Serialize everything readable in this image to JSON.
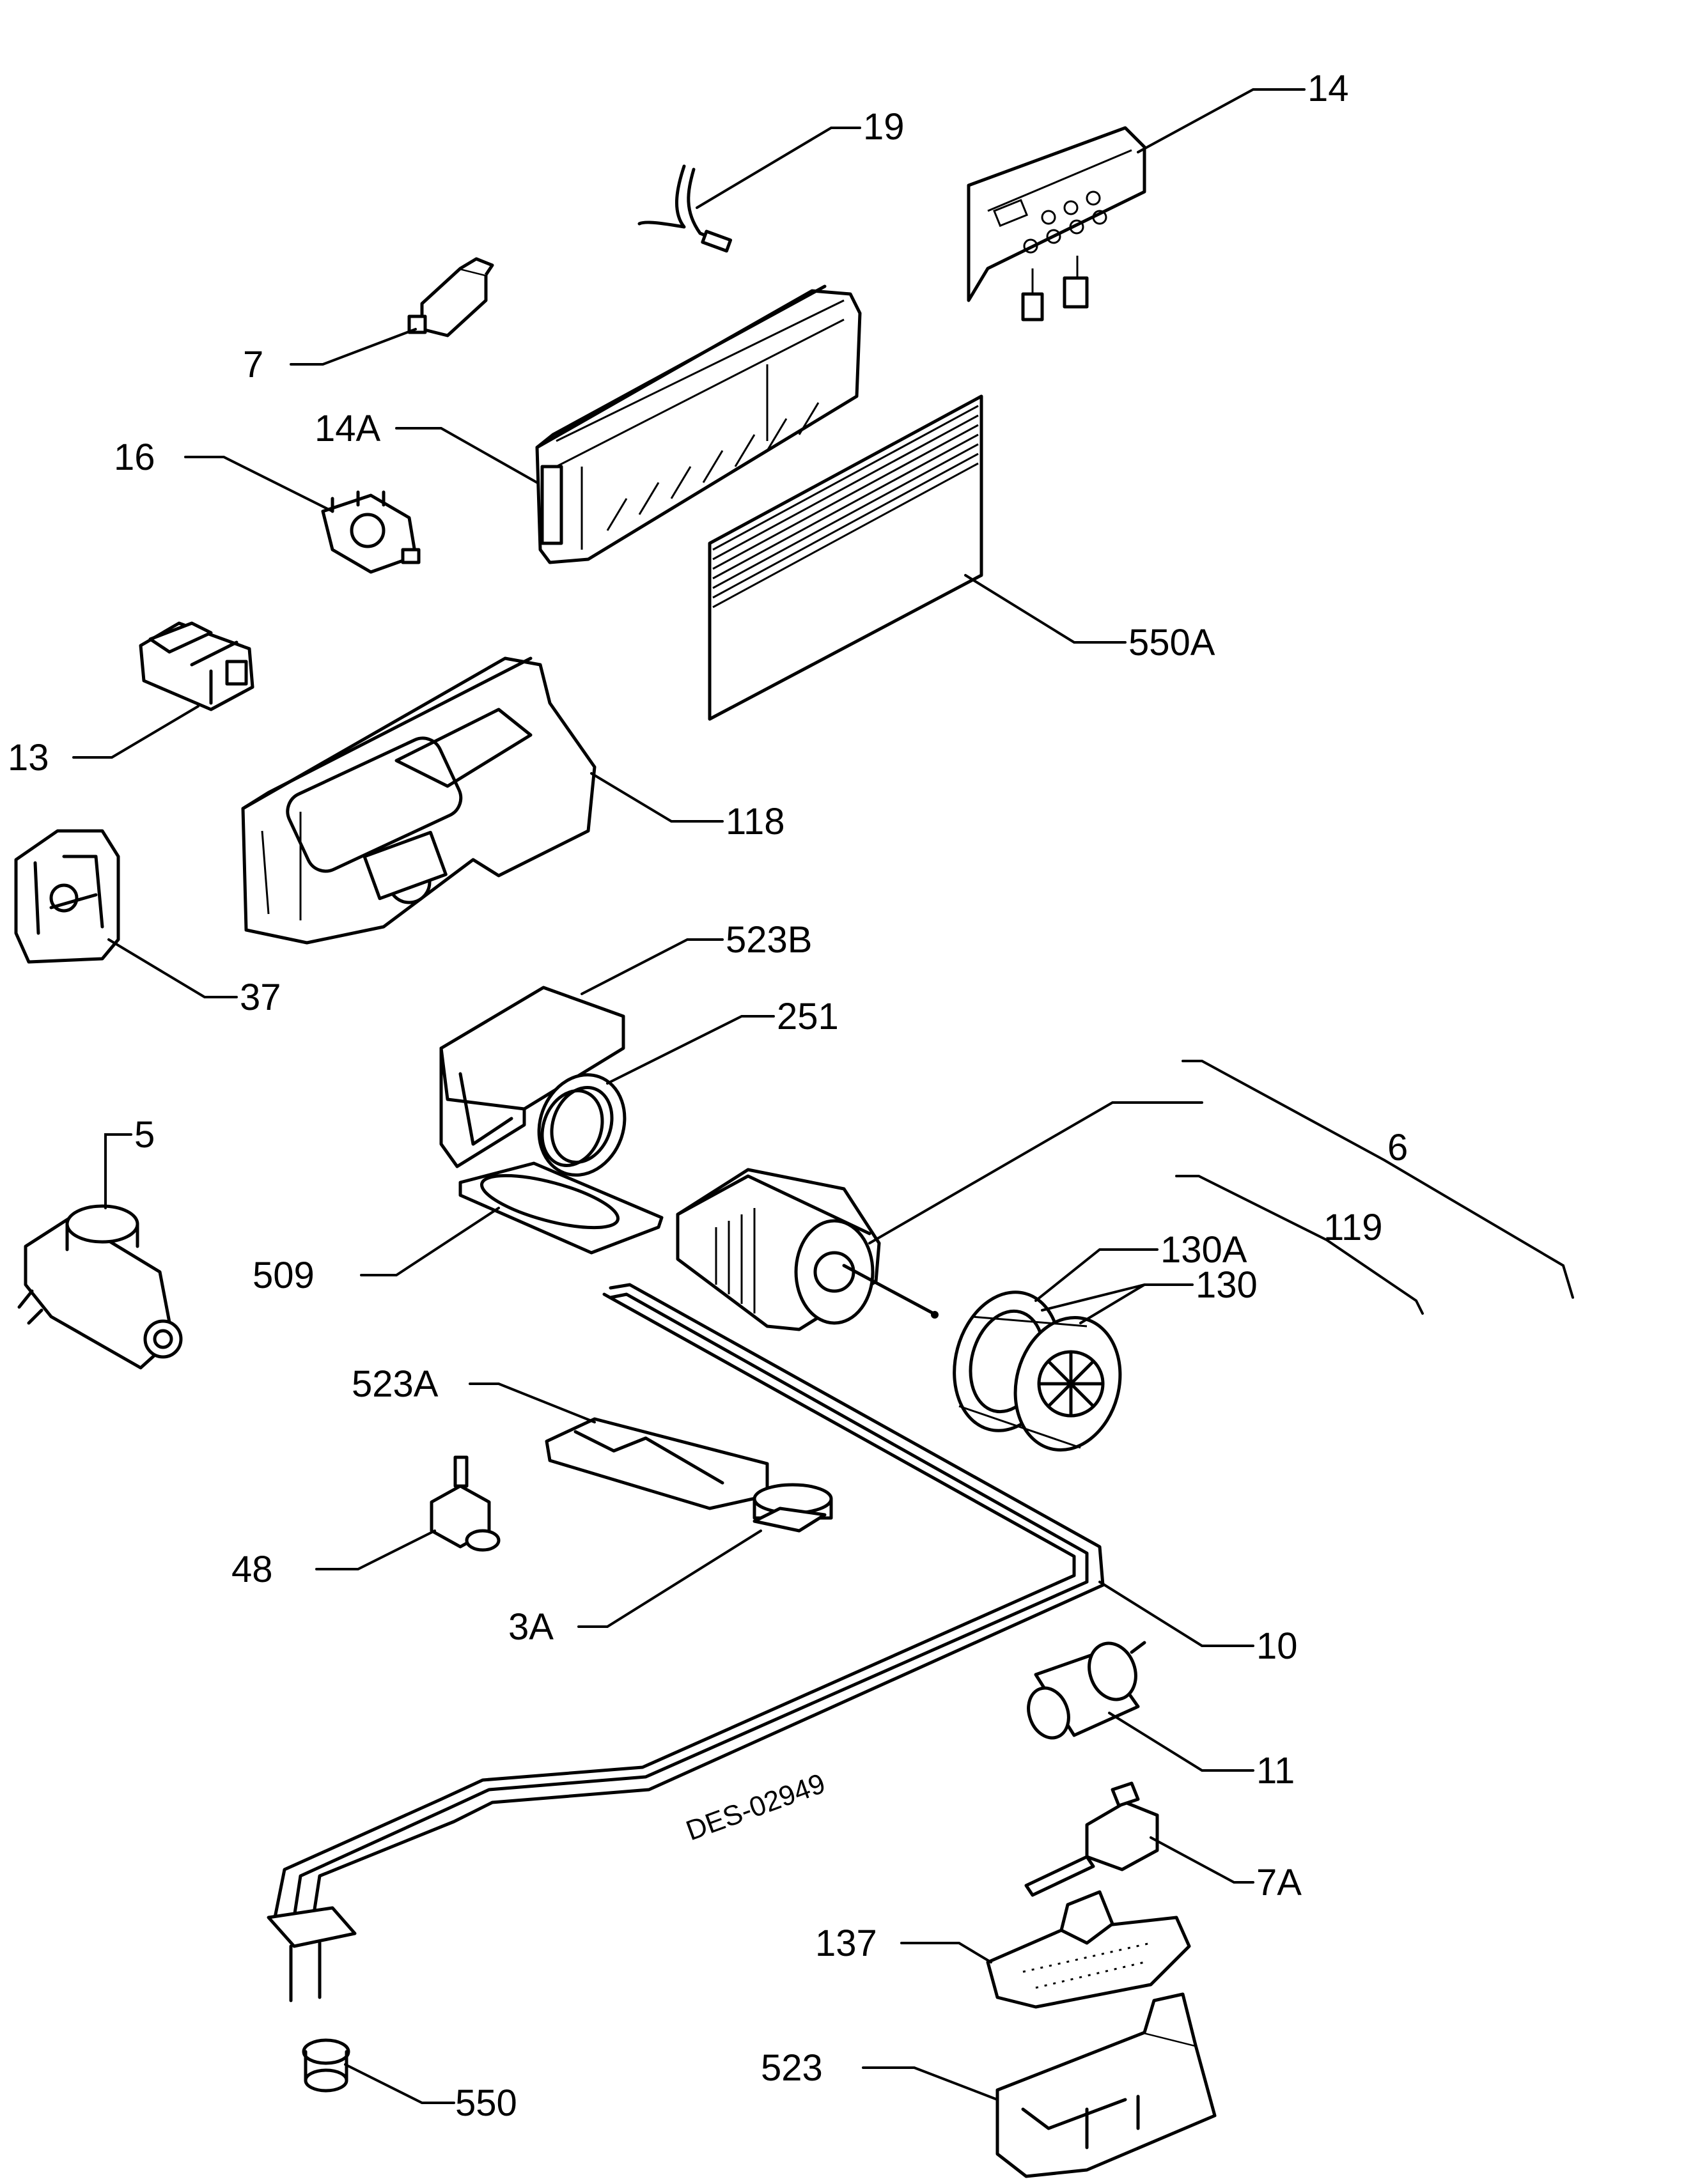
{
  "diagram": {
    "drawing_code": "DES-02949",
    "callouts": {
      "c14": "14",
      "c19": "19",
      "c7": "7",
      "c14A": "14A",
      "c16": "16",
      "c550A": "550A",
      "c13": "13",
      "c118": "118",
      "c37": "37",
      "c523B": "523B",
      "c251": "251",
      "c5": "5",
      "c6": "6",
      "c119": "119",
      "c130A": "130A",
      "c130": "130",
      "c509": "509",
      "c523A": "523A",
      "c48": "48",
      "c3A": "3A",
      "c10": "10",
      "c11": "11",
      "c7A": "7A",
      "c137": "137",
      "c523": "523",
      "c550": "550"
    }
  }
}
